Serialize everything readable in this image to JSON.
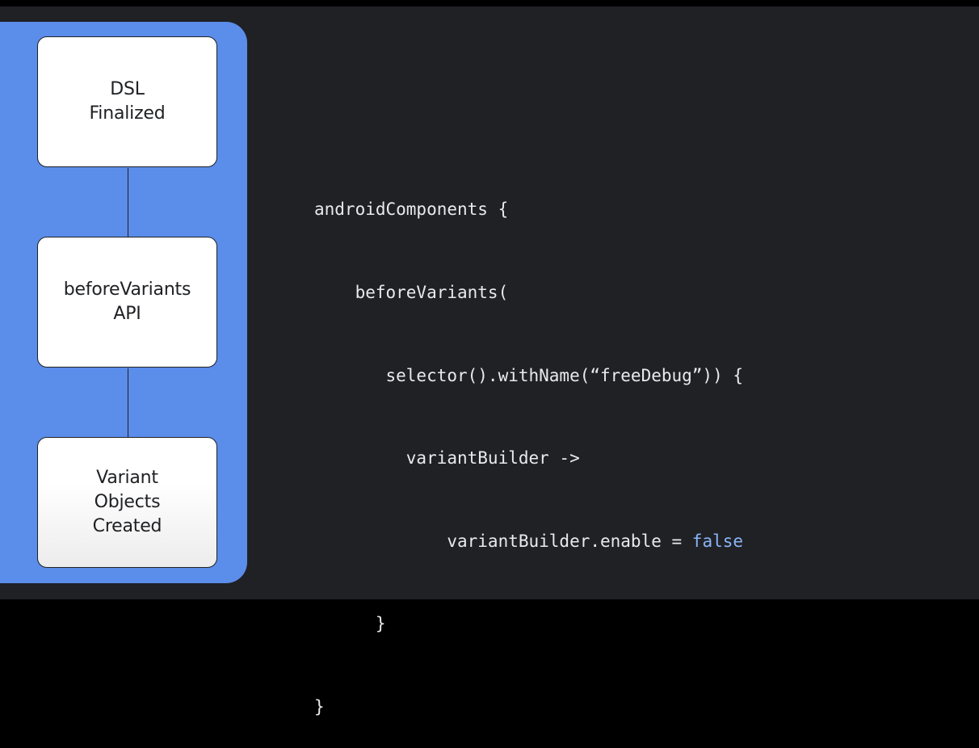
{
  "diagram": {
    "stages": [
      {
        "label": "DSL\nFinalized"
      },
      {
        "label": "beforeVariants\nAPI"
      },
      {
        "label": "Variant\nObjects\nCreated"
      }
    ]
  },
  "code": {
    "lines": [
      {
        "text": "androidComponents {",
        "highlight": ""
      },
      {
        "text": "    beforeVariants(",
        "highlight": ""
      },
      {
        "text": "       selector().withName(“freeDebug”)) {",
        "highlight": ""
      },
      {
        "text": "         variantBuilder ->",
        "highlight": ""
      },
      {
        "text": "             variantBuilder.enable = ",
        "highlight": "false"
      },
      {
        "text": "      }",
        "highlight": ""
      },
      {
        "text": "}",
        "highlight": ""
      }
    ]
  },
  "colors": {
    "background": "#202124",
    "panel": "#5b8dea",
    "keyword": "#8ab4f8",
    "code_text": "#e8eaed"
  }
}
